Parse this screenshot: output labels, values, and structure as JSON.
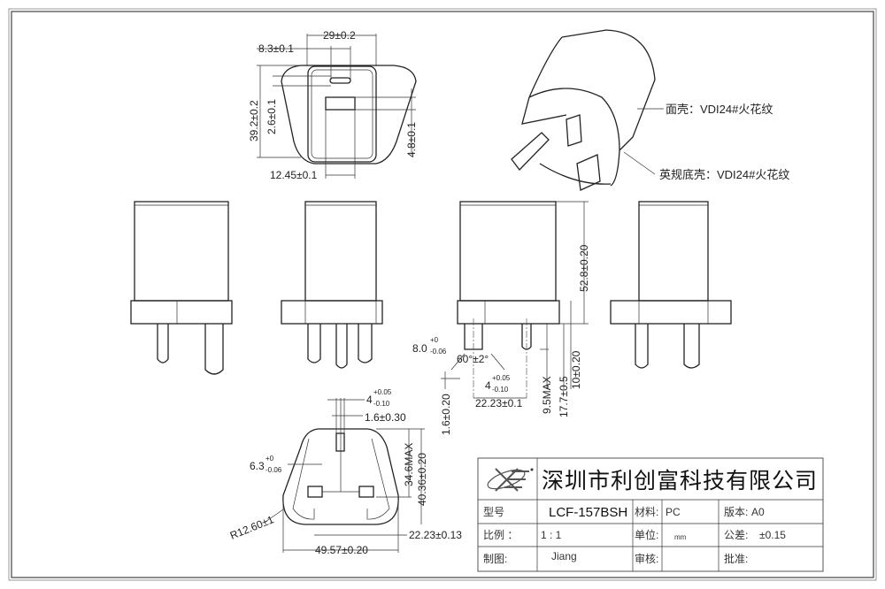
{
  "top_view": {
    "dims": [
      "29±0.2",
      "8.3±0.1",
      "39.2±0.2",
      "2.6±0.1",
      "4.8±0.1",
      "12.45±0.1"
    ]
  },
  "iso_view": {
    "callouts": [
      "面壳：VDI24#火花纹",
      "英规底壳：VDI24#火花纹"
    ]
  },
  "side_view": {
    "dims": [
      "52.8±0.20",
      "8.0",
      "+0",
      "-0.06",
      "60°±2°",
      "1.6±0.20",
      "4",
      "+0.05",
      "-0.10",
      "22.23±0.1",
      "9.5MAX",
      "17.7±0.5",
      "10±0.20"
    ]
  },
  "bottom_view": {
    "dims": [
      "4",
      "+0.05",
      "-0.10",
      "1.6±0.30",
      "6.3",
      "+0",
      "-0.06",
      "34.6MAX",
      "40.36±0.20",
      "R12.60±1",
      "22.23±0.13",
      "49.57±0.20"
    ]
  },
  "title_block": {
    "company": "深圳市利创富科技有限公司",
    "model_label": "型号",
    "model": "LCF-157BSH",
    "material_label": "材料:",
    "material": "PC",
    "version_label": "版本:",
    "version": "A0",
    "scale_label": "比例 ：",
    "scale": "1 : 1",
    "unit_label": "单位:",
    "unit": "mm",
    "tolerance_label": "公差:",
    "tolerance": "±0.15",
    "drawn_label": "制图:",
    "drawn": "Jiang",
    "review_label": "审核:",
    "approve_label": "批准:"
  }
}
